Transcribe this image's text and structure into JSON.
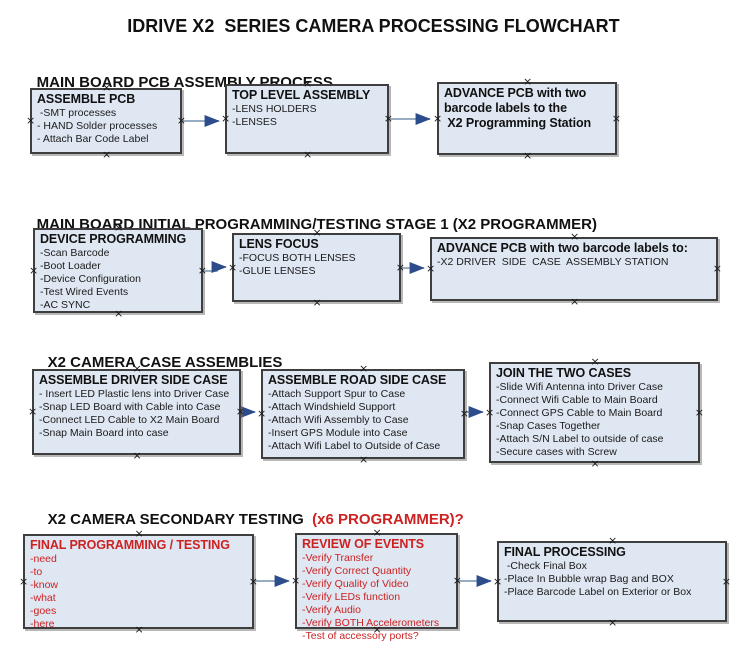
{
  "title": "IDRIVE X2  SERIES CAMERA PROCESSING FLOWCHART",
  "colors": {
    "accent_red": "#CC2222",
    "box_fill": "#DFE7F2",
    "box_border": "#3E3E3E",
    "arrow_line": "#89A0BC",
    "arrow_head": "#2C4C8C"
  },
  "glyphs": {
    "connection_anchor": "×"
  },
  "sections": [
    {
      "header": "MAIN BOARD PCB ASSEMBLY PROCESS",
      "header_red": "",
      "boxes": [
        {
          "heading": "ASSEMBLE PCB",
          "items": [
            " -SMT processes",
            "- HAND Solder processes",
            "- Attach Bar Code Label"
          ]
        },
        {
          "heading": "TOP LEVEL ASSEMBLY",
          "items": [
            "-LENS HOLDERS",
            "-LENSES"
          ]
        },
        {
          "heading": "ADVANCE PCB with two\nbarcode labels to the\n X2 Programming Station",
          "items": []
        }
      ]
    },
    {
      "header": "MAIN BOARD INITIAL PROGRAMMING/TESTING STAGE 1 (X2 PROGRAMMER)",
      "header_red": "",
      "boxes": [
        {
          "heading": "DEVICE PROGRAMMING",
          "items": [
            "-Scan Barcode",
            "-Boot Loader",
            "-Device Configuration",
            "-Test Wired Events",
            "-AC SYNC"
          ]
        },
        {
          "heading": "LENS FOCUS",
          "items": [
            "-FOCUS BOTH LENSES",
            "-GLUE LENSES"
          ]
        },
        {
          "heading": "ADVANCE PCB with two barcode labels to:",
          "items": [
            "-X2 DRIVER  SIDE  CASE  ASSEMBLY STATION"
          ]
        }
      ]
    },
    {
      "header": "X2 CAMERA CASE ASSEMBLIES",
      "header_red": "",
      "boxes": [
        {
          "heading": "ASSEMBLE DRIVER SIDE CASE",
          "items": [
            "- Insert LED Plastic lens into Driver Case",
            "-Snap LED Board with Cable into Case",
            "-Connect LED Cable to X2 Main Board",
            "-Snap Main Board into case"
          ]
        },
        {
          "heading": "ASSEMBLE ROAD SIDE CASE",
          "items": [
            "-Attach Support Spur to Case",
            "-Attach Windshield Support",
            "-Attach Wifi Assembly to Case",
            "-Insert GPS Module into Case",
            "-Attach Wifi Label to Outside of Case"
          ]
        },
        {
          "heading": "JOIN THE TWO CASES",
          "items": [
            "-Slide Wifi Antenna into Driver Case",
            "-Connect Wifi Cable to Main Board",
            "-Connect GPS Cable to Main Board",
            "-Snap Cases Together",
            "-Attach S/N Label to outside of case",
            "-Secure cases with Screw"
          ]
        }
      ]
    },
    {
      "header": "X2 CAMERA SECONDARY TESTING ",
      "header_red": " (x6 PROGRAMMER)?",
      "boxes": [
        {
          "heading": "FINAL PROGRAMMING / TESTING",
          "items": [
            "-need",
            "-to",
            "-know",
            "-what",
            "-goes",
            "-here"
          ]
        },
        {
          "heading": "REVIEW OF EVENTS",
          "items": [
            "-Verify Transfer",
            "-Verify Correct Quantity",
            "-Verify Quality of Video",
            "-Verify LEDs function",
            "-Verify Audio",
            "-Verify BOTH Accelerometers",
            "-Test of accessory ports?"
          ]
        },
        {
          "heading": "FINAL PROCESSING",
          "items": [
            " -Check Final Box",
            "-Place In Bubble wrap Bag and BOX",
            "-Place Barcode Label on Exterior or Box"
          ]
        }
      ]
    }
  ]
}
